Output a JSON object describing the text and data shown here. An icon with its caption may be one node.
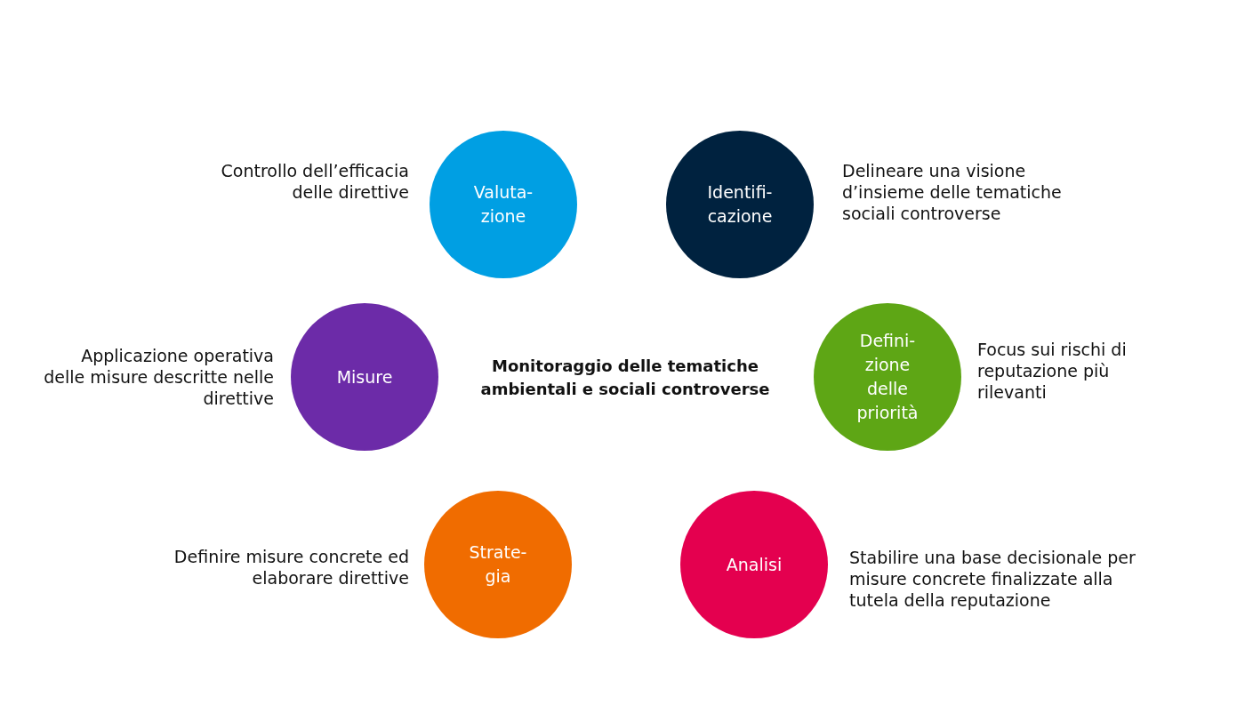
{
  "diagram": {
    "title": "Monitoraggio delle tematiche ambientali e sociali controverse",
    "nodes": [
      {
        "text": [
          "Valuta- zione"
        ],
        "beside": [
          "Controllo dell’efficacia delle direttive"
        ]
      },
      {
        "text": [
          "Identifi- cazione"
        ],
        "beside": [
          "Delineare una visione d’insieme delle tematiche sociali controverse"
        ]
      },
      {
        "text": [
          "Misure"
        ],
        "beside": [
          "Applicazione operativa delle misure descritte nelle direttive"
        ]
      },
      {
        "text": [
          "Defini- zione delle priorità"
        ],
        "beside": [
          "Focus sui rischi di reputazione più rilevanti"
        ]
      },
      {
        "text": [
          "Strate- gia"
        ],
        "beside": [
          "Definire misure concrete ed elaborare direttive"
        ]
      },
      {
        "text": [
          "Analisi"
        ],
        "beside": [
          "Stabilire una base decisionale per misure concrete finalizzate alla tutela della reputazione"
        ]
      }
    ],
    "edges": []
  }
}
